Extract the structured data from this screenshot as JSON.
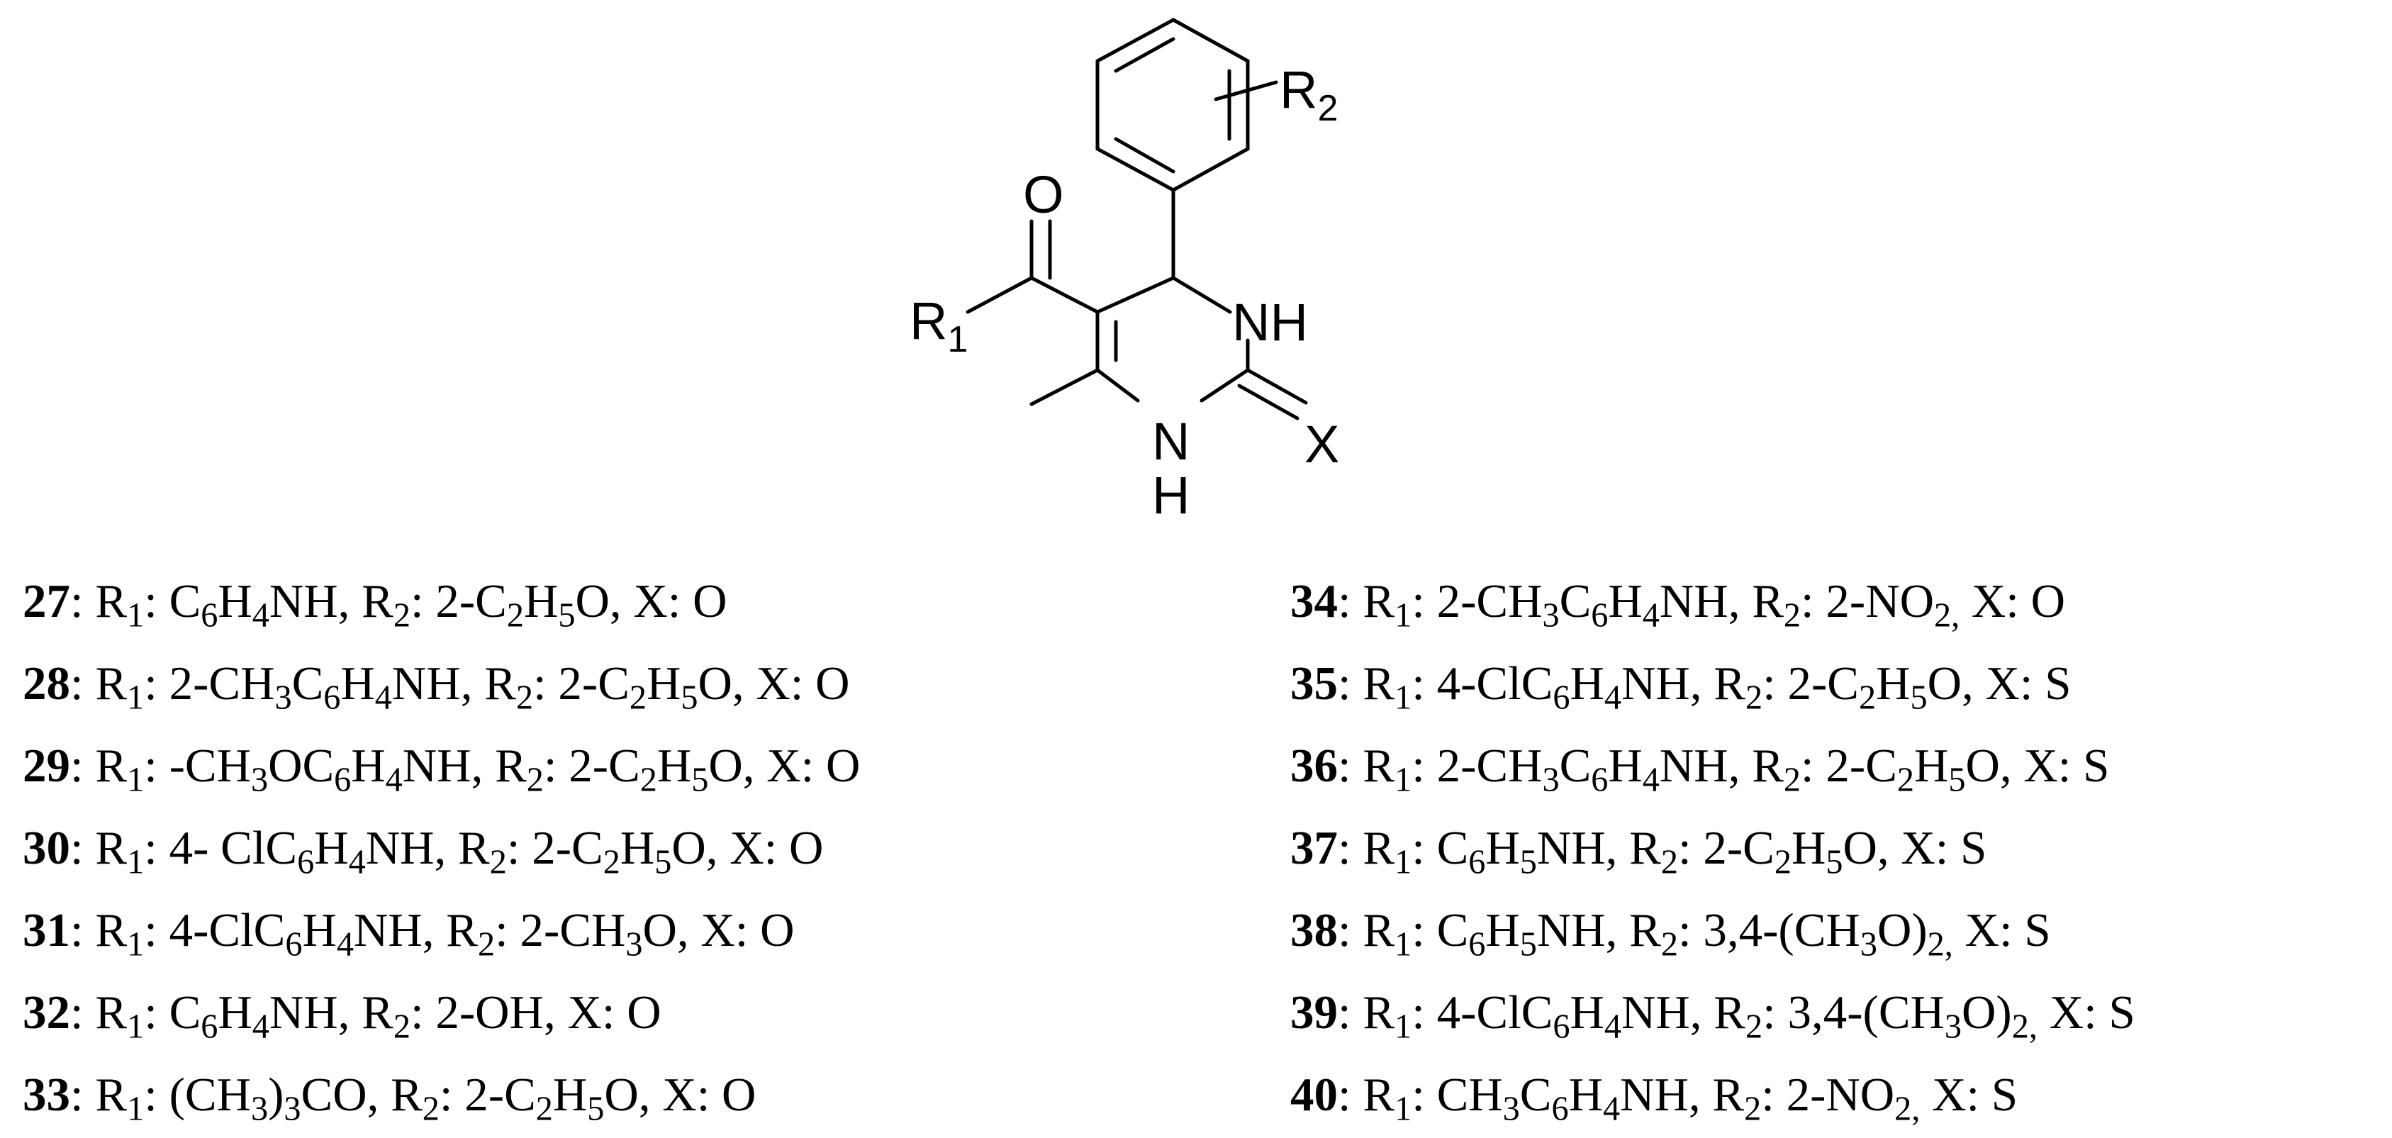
{
  "structure": {
    "labels": {
      "r2": "R",
      "r2_sub": "2",
      "o": "O",
      "r1": "R",
      "r1_sub": "1",
      "nh_top": "NH",
      "nh_bottom_n": "N",
      "nh_bottom_h": "H",
      "x": "X"
    }
  },
  "compounds_left": [
    {
      "id": "27",
      "parts": [
        [
          "t",
          "R"
        ],
        [
          "s",
          "1"
        ],
        [
          "t",
          ": C"
        ],
        [
          "s",
          "6"
        ],
        [
          "t",
          "H"
        ],
        [
          "s",
          "4"
        ],
        [
          "t",
          "NH, R"
        ],
        [
          "s",
          "2"
        ],
        [
          "t",
          ": 2-C"
        ],
        [
          "s",
          "2"
        ],
        [
          "t",
          "H"
        ],
        [
          "s",
          "5"
        ],
        [
          "t",
          "O, X: O"
        ]
      ]
    },
    {
      "id": "28",
      "parts": [
        [
          "t",
          "R"
        ],
        [
          "s",
          "1"
        ],
        [
          "t",
          ": 2-CH"
        ],
        [
          "s",
          "3"
        ],
        [
          "t",
          "C"
        ],
        [
          "s",
          "6"
        ],
        [
          "t",
          "H"
        ],
        [
          "s",
          "4"
        ],
        [
          "t",
          "NH, R"
        ],
        [
          "s",
          "2"
        ],
        [
          "t",
          ": 2-C"
        ],
        [
          "s",
          "2"
        ],
        [
          "t",
          "H"
        ],
        [
          "s",
          "5"
        ],
        [
          "t",
          "O, X: O"
        ]
      ]
    },
    {
      "id": "29",
      "parts": [
        [
          "t",
          "R"
        ],
        [
          "s",
          "1"
        ],
        [
          "t",
          ": -CH"
        ],
        [
          "s",
          "3"
        ],
        [
          "t",
          "OC"
        ],
        [
          "s",
          "6"
        ],
        [
          "t",
          "H"
        ],
        [
          "s",
          "4"
        ],
        [
          "t",
          "NH, R"
        ],
        [
          "s",
          "2"
        ],
        [
          "t",
          ": 2-C"
        ],
        [
          "s",
          "2"
        ],
        [
          "t",
          "H"
        ],
        [
          "s",
          "5"
        ],
        [
          "t",
          "O, X: O"
        ]
      ]
    },
    {
      "id": "30",
      "parts": [
        [
          "t",
          "R"
        ],
        [
          "s",
          "1"
        ],
        [
          "t",
          ": 4- ClC"
        ],
        [
          "s",
          "6"
        ],
        [
          "t",
          "H"
        ],
        [
          "s",
          "4"
        ],
        [
          "t",
          "NH, R"
        ],
        [
          "s",
          "2"
        ],
        [
          "t",
          ": 2-C"
        ],
        [
          "s",
          "2"
        ],
        [
          "t",
          "H"
        ],
        [
          "s",
          "5"
        ],
        [
          "t",
          "O, X: O"
        ]
      ]
    },
    {
      "id": "31",
      "parts": [
        [
          "t",
          "R"
        ],
        [
          "s",
          "1"
        ],
        [
          "t",
          ": 4-ClC"
        ],
        [
          "s",
          "6"
        ],
        [
          "t",
          "H"
        ],
        [
          "s",
          "4"
        ],
        [
          "t",
          "NH, R"
        ],
        [
          "s",
          "2"
        ],
        [
          "t",
          ": 2-CH"
        ],
        [
          "s",
          "3"
        ],
        [
          "t",
          "O, X: O"
        ]
      ]
    },
    {
      "id": "32",
      "parts": [
        [
          "t",
          "R"
        ],
        [
          "s",
          "1"
        ],
        [
          "t",
          ": C"
        ],
        [
          "s",
          "6"
        ],
        [
          "t",
          "H"
        ],
        [
          "s",
          "4"
        ],
        [
          "t",
          "NH, R"
        ],
        [
          "s",
          "2"
        ],
        [
          "t",
          ": 2-OH, X: O"
        ]
      ]
    },
    {
      "id": "33",
      "parts": [
        [
          "t",
          "R"
        ],
        [
          "s",
          "1"
        ],
        [
          "t",
          ": (CH"
        ],
        [
          "s",
          "3"
        ],
        [
          "t",
          ")"
        ],
        [
          "s",
          "3"
        ],
        [
          "t",
          "CO, R"
        ],
        [
          "s",
          "2"
        ],
        [
          "t",
          ": 2-C"
        ],
        [
          "s",
          "2"
        ],
        [
          "t",
          "H"
        ],
        [
          "s",
          "5"
        ],
        [
          "t",
          "O, X: O"
        ]
      ]
    }
  ],
  "compounds_right": [
    {
      "id": "34",
      "parts": [
        [
          "t",
          "R"
        ],
        [
          "s",
          "1"
        ],
        [
          "t",
          ": 2-CH"
        ],
        [
          "s",
          "3"
        ],
        [
          "t",
          "C"
        ],
        [
          "s",
          "6"
        ],
        [
          "t",
          "H"
        ],
        [
          "s",
          "4"
        ],
        [
          "t",
          "NH, R"
        ],
        [
          "s",
          "2"
        ],
        [
          "t",
          ": 2-NO"
        ],
        [
          "s",
          "2,"
        ],
        [
          "t",
          " X: O"
        ]
      ]
    },
    {
      "id": "35",
      "parts": [
        [
          "t",
          "R"
        ],
        [
          "s",
          "1"
        ],
        [
          "t",
          ": 4-ClC"
        ],
        [
          "s",
          "6"
        ],
        [
          "t",
          "H"
        ],
        [
          "s",
          "4"
        ],
        [
          "t",
          "NH, R"
        ],
        [
          "s",
          "2"
        ],
        [
          "t",
          ": 2-C"
        ],
        [
          "s",
          "2"
        ],
        [
          "t",
          "H"
        ],
        [
          "s",
          "5"
        ],
        [
          "t",
          "O, X: S"
        ]
      ]
    },
    {
      "id": "36",
      "parts": [
        [
          "t",
          "R"
        ],
        [
          "s",
          "1"
        ],
        [
          "t",
          ": 2-CH"
        ],
        [
          "s",
          "3"
        ],
        [
          "t",
          "C"
        ],
        [
          "s",
          "6"
        ],
        [
          "t",
          "H"
        ],
        [
          "s",
          "4"
        ],
        [
          "t",
          "NH, R"
        ],
        [
          "s",
          "2"
        ],
        [
          "t",
          ": 2-C"
        ],
        [
          "s",
          "2"
        ],
        [
          "t",
          "H"
        ],
        [
          "s",
          "5"
        ],
        [
          "t",
          "O, X: S"
        ]
      ]
    },
    {
      "id": "37",
      "parts": [
        [
          "t",
          "R"
        ],
        [
          "s",
          "1"
        ],
        [
          "t",
          ": C"
        ],
        [
          "s",
          "6"
        ],
        [
          "t",
          "H"
        ],
        [
          "s",
          "5"
        ],
        [
          "t",
          "NH, R"
        ],
        [
          "s",
          "2"
        ],
        [
          "t",
          ": 2-C"
        ],
        [
          "s",
          "2"
        ],
        [
          "t",
          "H"
        ],
        [
          "s",
          "5"
        ],
        [
          "t",
          "O, X: S"
        ]
      ]
    },
    {
      "id": "38",
      "parts": [
        [
          "t",
          "R"
        ],
        [
          "s",
          "1"
        ],
        [
          "t",
          ": C"
        ],
        [
          "s",
          "6"
        ],
        [
          "t",
          "H"
        ],
        [
          "s",
          "5"
        ],
        [
          "t",
          "NH, R"
        ],
        [
          "s",
          "2"
        ],
        [
          "t",
          ": 3,4-(CH"
        ],
        [
          "s",
          "3"
        ],
        [
          "t",
          "O)"
        ],
        [
          "s",
          "2,"
        ],
        [
          "t",
          " X: S"
        ]
      ]
    },
    {
      "id": "39",
      "parts": [
        [
          "t",
          "R"
        ],
        [
          "s",
          "1"
        ],
        [
          "t",
          ": 4-ClC"
        ],
        [
          "s",
          "6"
        ],
        [
          "t",
          "H"
        ],
        [
          "s",
          "4"
        ],
        [
          "t",
          "NH, R"
        ],
        [
          "s",
          "2"
        ],
        [
          "t",
          ": 3,4-(CH"
        ],
        [
          "s",
          "3"
        ],
        [
          "t",
          "O)"
        ],
        [
          "s",
          "2,"
        ],
        [
          "t",
          " X: S"
        ]
      ]
    },
    {
      "id": "40",
      "parts": [
        [
          "t",
          "R"
        ],
        [
          "s",
          "1"
        ],
        [
          "t",
          ": CH"
        ],
        [
          "s",
          "3"
        ],
        [
          "t",
          "C"
        ],
        [
          "s",
          "6"
        ],
        [
          "t",
          "H"
        ],
        [
          "s",
          "4"
        ],
        [
          "t",
          "NH, R"
        ],
        [
          "s",
          "2"
        ],
        [
          "t",
          ": 2-NO"
        ],
        [
          "s",
          "2,"
        ],
        [
          "t",
          " X: S"
        ]
      ]
    }
  ]
}
